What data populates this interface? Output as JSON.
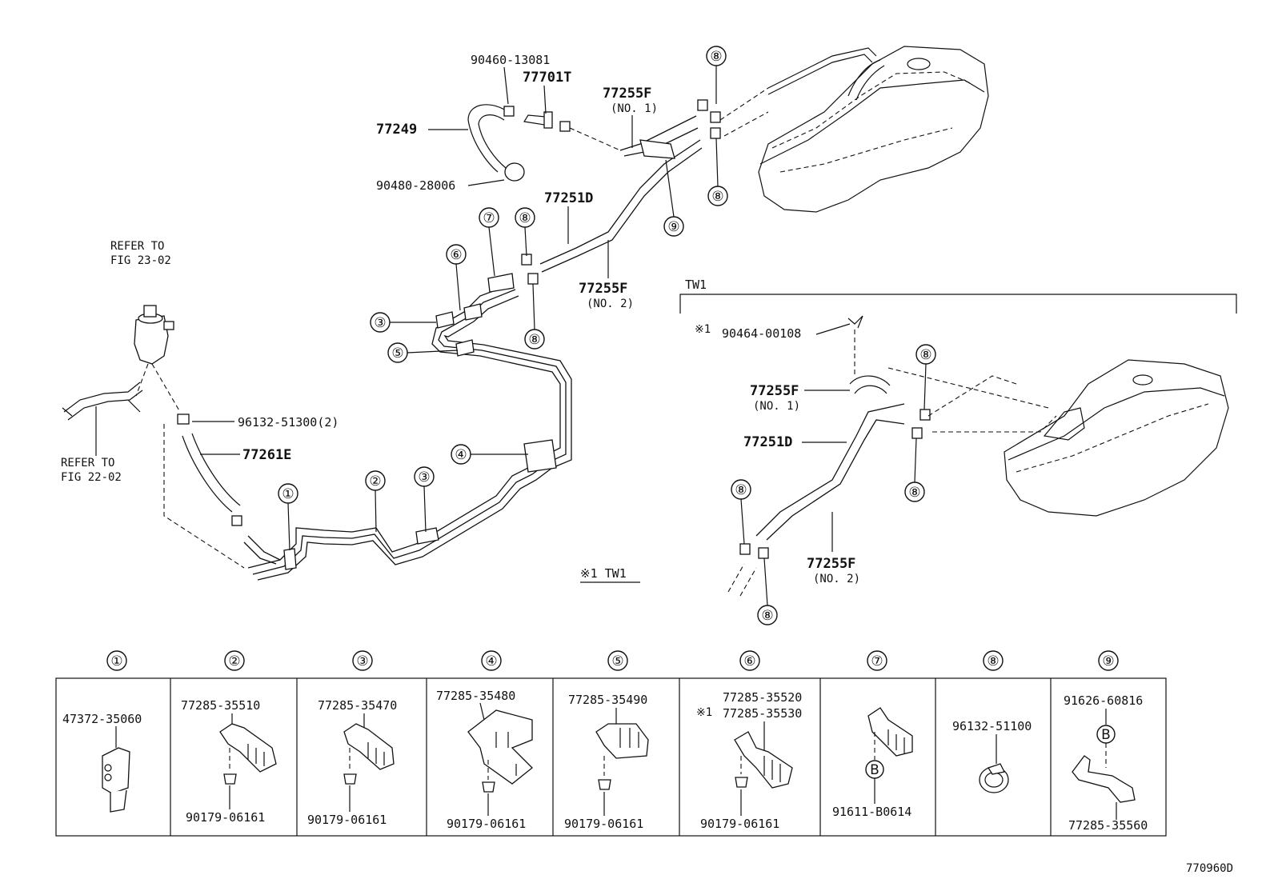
{
  "labels": {
    "p90460": "90460-13081",
    "p77701T": "77701T",
    "p77249": "77249",
    "p90480": "90480-28006",
    "p77255F_top": "77255F",
    "no1_top": "(NO. 1)",
    "p77251D_top": "77251D",
    "p77255F_mid": "77255F",
    "no2_mid": "(NO. 2)",
    "refer1_line1": "REFER TO",
    "refer1_line2": "FIG 23-02",
    "refer2_line1": "REFER TO",
    "refer2_line2": "FIG 22-02",
    "p96132_513": "96132-51300(2)",
    "p77261E": "77261E",
    "tw1_heading": "TW1",
    "mark1": "※1",
    "p90464": "90464-00108",
    "p77255F_tw1": "77255F",
    "no1_tw1": "(NO. 1)",
    "p77251D_tw1": "77251D",
    "p77255F_tw1b": "77255F",
    "no2_tw1": "(NO. 2)",
    "note_tw1": "※1 TW1",
    "fig_code": "770960D"
  },
  "callouts": [
    "①",
    "②",
    "③",
    "④",
    "⑤",
    "⑥",
    "⑦",
    "⑧",
    "⑨"
  ],
  "table": {
    "headers": [
      "①",
      "②",
      "③",
      "④",
      "⑤",
      "⑥",
      "⑦",
      "⑧",
      "⑨"
    ],
    "c1_part": "47372-35060",
    "c2_part": "77285-35510",
    "c2_bolt": "90179-06161",
    "c3_part": "77285-35470",
    "c3_bolt": "90179-06161",
    "c4_part": "77285-35480",
    "c4_bolt": "90179-06161",
    "c5_part": "77285-35490",
    "c5_bolt": "90179-06161",
    "c6_mark": "※1",
    "c6_part1": "77285-35520",
    "c6_part2": "77285-35530",
    "c6_bolt": "90179-06161",
    "c7_sub": "B",
    "c7_part": "91611-B0614",
    "c8_part": "96132-51100",
    "c9_part1": "91626-60816",
    "c9_sub": "B",
    "c9_part2": "77285-35560"
  }
}
